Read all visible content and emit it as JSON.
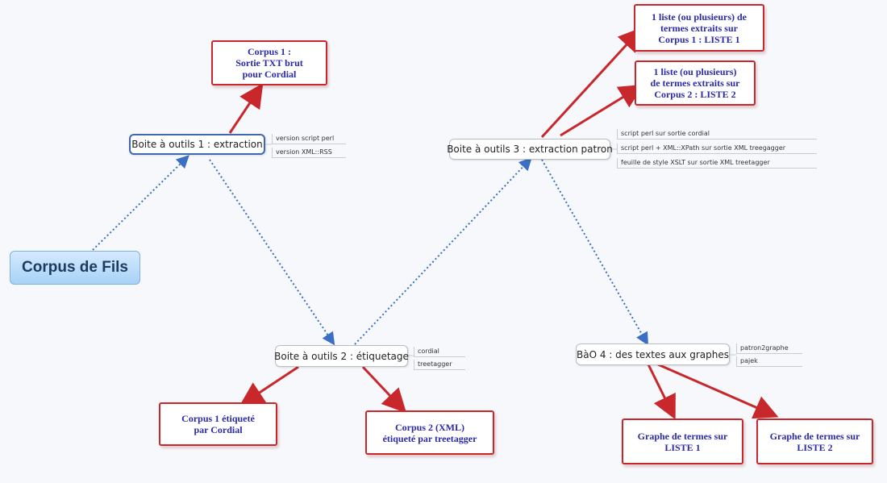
{
  "root": {
    "label": "Corpus de Fils"
  },
  "toolboxes": {
    "t1": {
      "label": "Boite à outils 1 : extraction",
      "subs": [
        "version script perl",
        "version XML::RSS"
      ]
    },
    "t2": {
      "label": "Boite à outils 2 : étiquetage",
      "subs": [
        "cordial",
        "treetagger"
      ]
    },
    "t3": {
      "label": "Boite à outils 3 : extraction patron",
      "subs": [
        "script perl sur sortie cordial",
        "script perl + XML::XPath sur sortie XML treegagger",
        "feuille de style XSLT sur sortie XML treetagger"
      ]
    },
    "t4": {
      "label": "BàO 4 : des textes aux graphes",
      "subs": [
        "patron2graphe",
        "pajek"
      ]
    }
  },
  "callouts": {
    "c1": [
      "Corpus 1 :",
      "Sortie TXT brut",
      "pour Cordial"
    ],
    "c2": [
      "Corpus 1 étiqueté",
      "par Cordial"
    ],
    "c3": [
      "Corpus 2 (XML)",
      "étiqueté par treetagger"
    ],
    "c4": [
      "1 liste (ou plusieurs) de",
      "termes extraits sur",
      "Corpus 1 : LISTE 1"
    ],
    "c5": [
      "1 liste (ou plusieurs)",
      "de termes extraits sur",
      "Corpus 2 : LISTE 2"
    ],
    "c6": [
      "Graphe de termes sur",
      "LISTE 1"
    ],
    "c7": [
      "Graphe de termes sur",
      "LISTE 2"
    ]
  },
  "colors": {
    "callout_border": "#c8282b",
    "callout_text": "#2a2aa8",
    "dotted_link": "#3a6fc4",
    "selected_border": "#3c68b4"
  }
}
